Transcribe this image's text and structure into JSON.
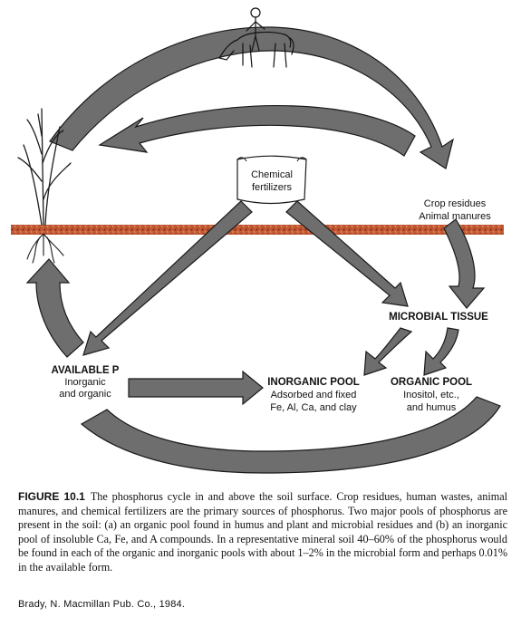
{
  "figure": {
    "labels": {
      "fertilizer_line1": "Chemical",
      "fertilizer_line2": "fertilizers",
      "crop_line1": "Crop residues",
      "crop_line2": "Animal manures",
      "microbial": "MICROBIAL TISSUE",
      "available": "AVAILABLE P",
      "available_sub1": "Inorganic",
      "available_sub2": "and organic",
      "inorganic": "INORGANIC POOL",
      "inorganic_sub1": "Adsorbed and fixed",
      "inorganic_sub2": "Fe, Al, Ca, and clay",
      "organic": "ORGANIC POOL",
      "organic_sub1": "Inositol, etc.,",
      "organic_sub2": "and humus"
    },
    "colors": {
      "arrow_fill": "#6e6e6e",
      "arrow_stroke": "#1a1a1a",
      "soil_band": "#b5452a"
    }
  },
  "caption": {
    "figure_number": "FIGURE 10.1",
    "text": "The phosphorus cycle in and above the soil surface. Crop residues, human wastes, animal manures, and chemical fertilizers are the primary sources of phosphorus. Two major pools of phosphorus are present in the soil: (a) an organic pool found in humus and plant and microbial residues and (b) an inorganic pool of insoluble Ca, Fe, and A compounds. In a representative mineral soil 40–60% of the phosphorus would be found in each of the organic and inorganic pools with about 1–2% in the microbial form and perhaps 0.01% in the available form."
  },
  "source": "Brady, N. Macmillan Pub. Co., 1984."
}
